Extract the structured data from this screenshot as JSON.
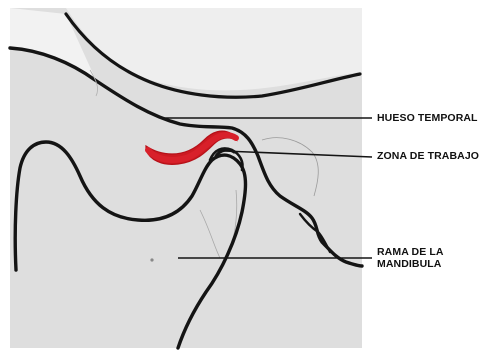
{
  "labels": {
    "temporal": "HUESO TEMPORAL",
    "zona": "ZONA DE TRABAJO",
    "rama_line1": "RAMA DE LA",
    "rama_line2": "MANDIBULA"
  },
  "colors": {
    "outline": "#141414",
    "bone_fill": "#dedede",
    "background": "#ffffff",
    "work_zone": "#cc1a22"
  }
}
